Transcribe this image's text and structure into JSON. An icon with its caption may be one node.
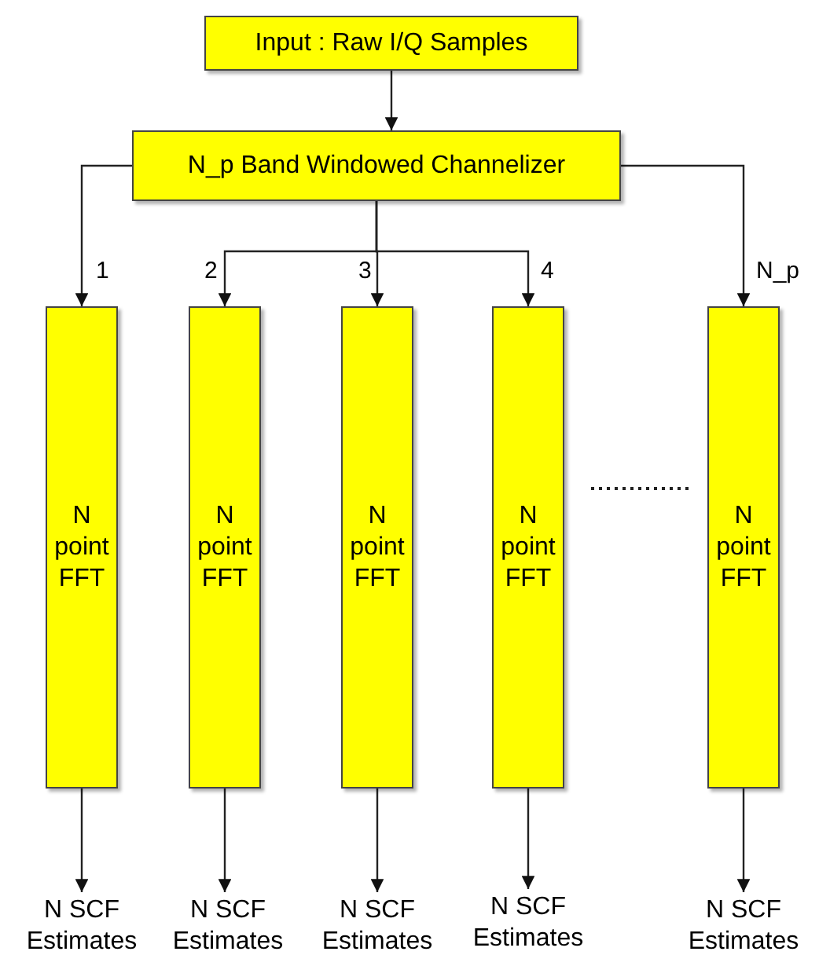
{
  "diagram": {
    "nodes": [
      {
        "text": [
          "Input : Raw I/Q Samples"
        ]
      },
      {
        "text": [
          "N_p Band Windowed Channelizer"
        ]
      },
      {
        "text": [
          "N point FFT"
        ]
      },
      {
        "text": [
          "N point FFT"
        ]
      },
      {
        "text": [
          "N point FFT"
        ]
      },
      {
        "text": [
          "N point FFT"
        ]
      },
      {
        "text": [
          "N point FFT"
        ]
      },
      {
        "text": [
          "N SCF Estimates"
        ]
      },
      {
        "text": [
          "N SCF Estimates"
        ]
      },
      {
        "text": [
          "N SCF Estimates"
        ]
      },
      {
        "text": [
          "N SCF Estimates"
        ]
      },
      {
        "text": [
          "N SCF Estimates"
        ]
      }
    ],
    "edges": [
      {
        "from": 0,
        "to": 1,
        "arrow": "to"
      },
      {
        "from": 1,
        "to": 2,
        "arrow": "to",
        "label": "1"
      },
      {
        "from": 1,
        "to": 3,
        "arrow": "to",
        "label": "2"
      },
      {
        "from": 1,
        "to": 4,
        "arrow": "to",
        "label": "3"
      },
      {
        "from": 1,
        "to": 5,
        "arrow": "to",
        "label": "4"
      },
      {
        "from": 1,
        "to": 6,
        "arrow": "to",
        "label": "N_p"
      },
      {
        "from": 2,
        "to": 7,
        "arrow": "to"
      },
      {
        "from": 3,
        "to": 8,
        "arrow": "to"
      },
      {
        "from": 4,
        "to": 9,
        "arrow": "to"
      },
      {
        "from": 5,
        "to": 10,
        "arrow": "to"
      },
      {
        "from": 6,
        "to": 11,
        "arrow": "to"
      }
    ]
  }
}
